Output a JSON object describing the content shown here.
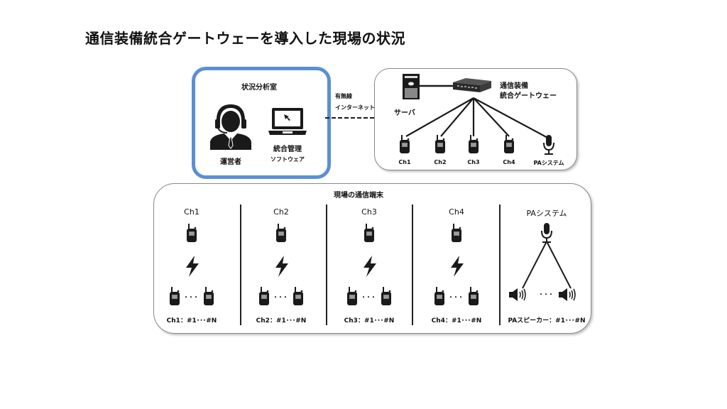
{
  "title": "通信装備統合ゲートウェーを導入した現場の状況",
  "analysis_room": {
    "heading": "状況分析室",
    "operator_label": "運営者",
    "software_label_line1": "統合管理",
    "software_label_line2": "ソフトウェア"
  },
  "link": {
    "label_line1": "有無線",
    "label_line2": "インターネット"
  },
  "gateway_panel": {
    "server_label": "サーバ",
    "gateway_label_line1": "通信装備",
    "gateway_label_line2": "統合ゲートウェー",
    "endpoints": [
      {
        "label": "Ch1",
        "icon": "radio-icon"
      },
      {
        "label": "Ch2",
        "icon": "radio-icon"
      },
      {
        "label": "Ch3",
        "icon": "radio-icon"
      },
      {
        "label": "Ch4",
        "icon": "radio-icon"
      },
      {
        "label": "PAシステム",
        "icon": "microphone-icon"
      }
    ]
  },
  "field_panel": {
    "heading": "現場の通信端末",
    "columns": [
      {
        "header": "Ch1",
        "footer": "Ch1：#1･･･#N",
        "type": "radio"
      },
      {
        "header": "Ch2",
        "footer": "Ch2：#1･･･#N",
        "type": "radio"
      },
      {
        "header": "Ch3",
        "footer": "Ch3：#1･･･#N",
        "type": "radio"
      },
      {
        "header": "Ch4",
        "footer": "Ch4：#1･･･#N",
        "type": "radio"
      },
      {
        "header": "PAシステム",
        "footer": "PAスピーカー：#1･･･#N",
        "type": "pa"
      }
    ],
    "ellipsis": "･･･"
  },
  "colors": {
    "analysis_border": "#5b8fd6",
    "panel_border": "#8a8a8a",
    "icon": "#1a1a1a"
  }
}
